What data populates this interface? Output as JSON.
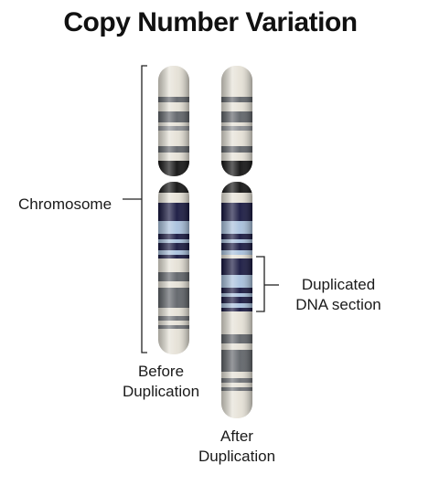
{
  "title": "Copy Number Variation",
  "labels": {
    "chromosome": "Chromosome",
    "duplicated_line1": "Duplicated",
    "duplicated_line2": "DNA section",
    "before_line1": "Before",
    "before_line2": "Duplication",
    "after_line1": "After",
    "after_line2": "Duplication"
  },
  "colors": {
    "base": "#e5e1d6",
    "gray_band": "#5f6368",
    "dark_band": "#16163f",
    "light_blue": "#a8c0dc",
    "centromere": "#111111"
  }
}
